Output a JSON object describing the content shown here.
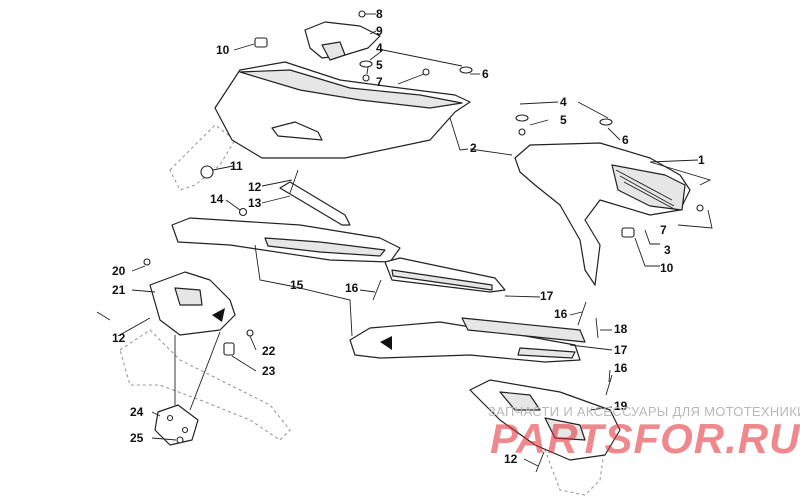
{
  "watermark": {
    "tagline": "ЗАПЧАСТИ И АКСЕССУАРЫ ДЛЯ МОТОТЕХНИКИ",
    "logo_text": "PARTSFOR.RU",
    "logo_color": "#e22832"
  },
  "callouts": {
    "c8": "8",
    "c9": "9",
    "c10a": "10",
    "c4a": "4",
    "c5a": "5",
    "c6a": "6",
    "c7a": "7",
    "c11": "11",
    "c2": "2",
    "c4b": "4",
    "c5b": "5",
    "c6b": "6",
    "c1": "1",
    "c7b": "7",
    "c3": "3",
    "c10b": "10",
    "c12a": "12",
    "c13": "13",
    "c14": "14",
    "c15": "15",
    "c16a": "16",
    "c17a": "17",
    "c16b": "16",
    "c18": "18",
    "c17b": "17",
    "c16c": "16",
    "c19": "19",
    "c20": "20",
    "c21": "21",
    "c12b": "12",
    "c22": "22",
    "c23": "23",
    "c24": "24",
    "c25": "25",
    "c12c": "12"
  }
}
